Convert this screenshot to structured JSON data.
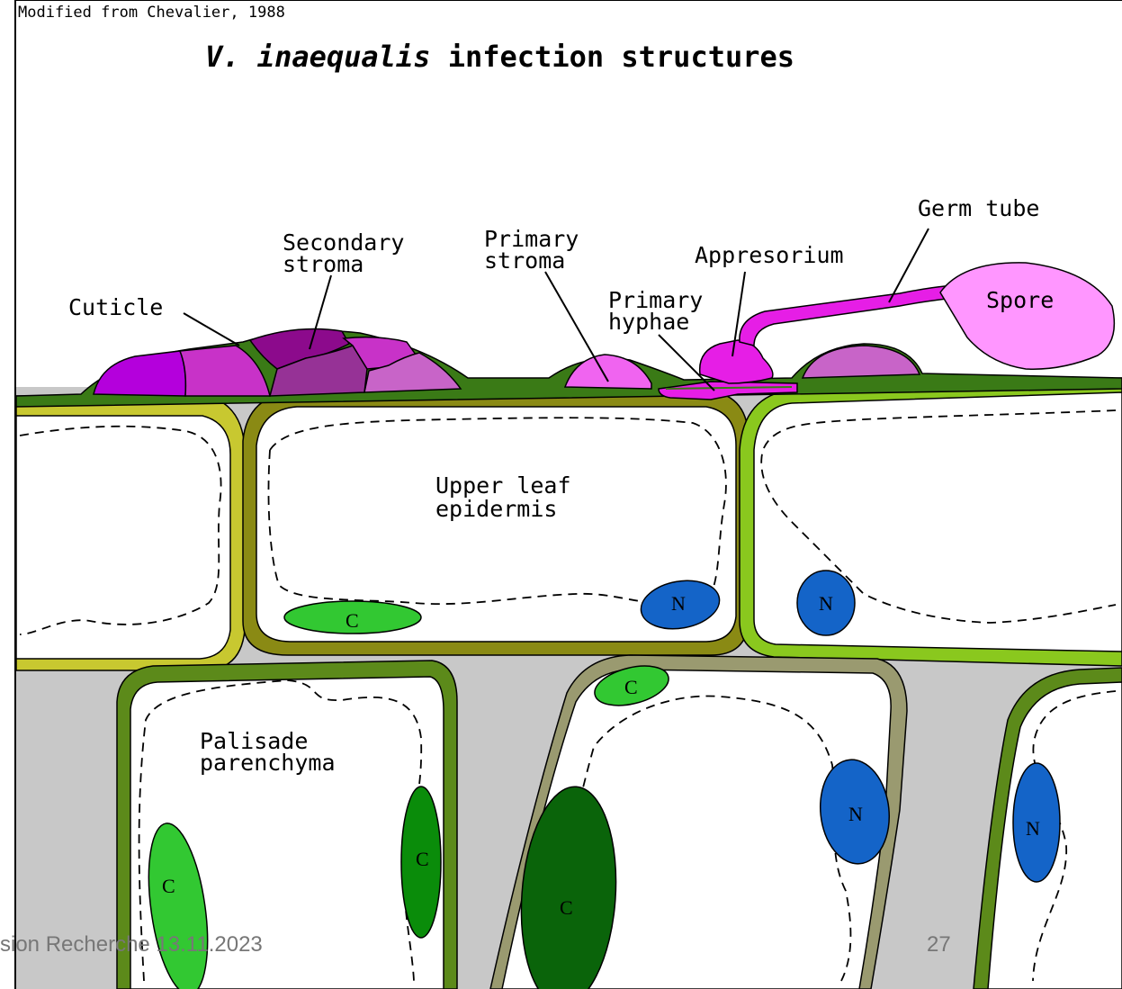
{
  "source_note": "Modified from Chevalier, 1988",
  "title": {
    "italic_part": "V. inaequalis",
    "rest": " infection structures"
  },
  "labels": {
    "germ_tube": "Germ tube",
    "spore": "Spore",
    "secondary_stroma_1": "Secondary",
    "secondary_stroma_2": "stroma",
    "primary_stroma_1": "Primary",
    "primary_stroma_2": "stroma",
    "appresorium": "Appresorium",
    "primary_hyphae_1": "Primary",
    "primary_hyphae_2": "hyphae",
    "cuticle": "Cuticle",
    "upper_epidermis_1": "Upper leaf",
    "upper_epidermis_2": "epidermis",
    "palisade_1": "Palisade",
    "palisade_2": "parenchyma",
    "chloroplast": "C",
    "nucleus": "N"
  },
  "footer": {
    "left_text": "sion Recherche 13.11.2023",
    "page_number": "27"
  },
  "colors": {
    "background": "#ffffff",
    "intercellular": "#c8c8c8",
    "cuticle_green": "#3a7a16",
    "cell_wall_olive": "#8a8a14",
    "cell_wall_yellow": "#c8c830",
    "cell_wall_lime": "#8ac81e",
    "palisade_wall": "#5c8a1a",
    "palisade_wall_grey": "#9a9a70",
    "fungus_magenta": "#e61ee6",
    "spore_pink": "#ff96ff",
    "stroma_violet": "#b400dc",
    "stroma_purple": "#963296",
    "stroma_orchid": "#c864c8",
    "chloroplast_light": "#32c832",
    "chloroplast_mid": "#0a8c0a",
    "chloroplast_dark": "#0a640a",
    "nucleus_blue": "#1464c8"
  }
}
